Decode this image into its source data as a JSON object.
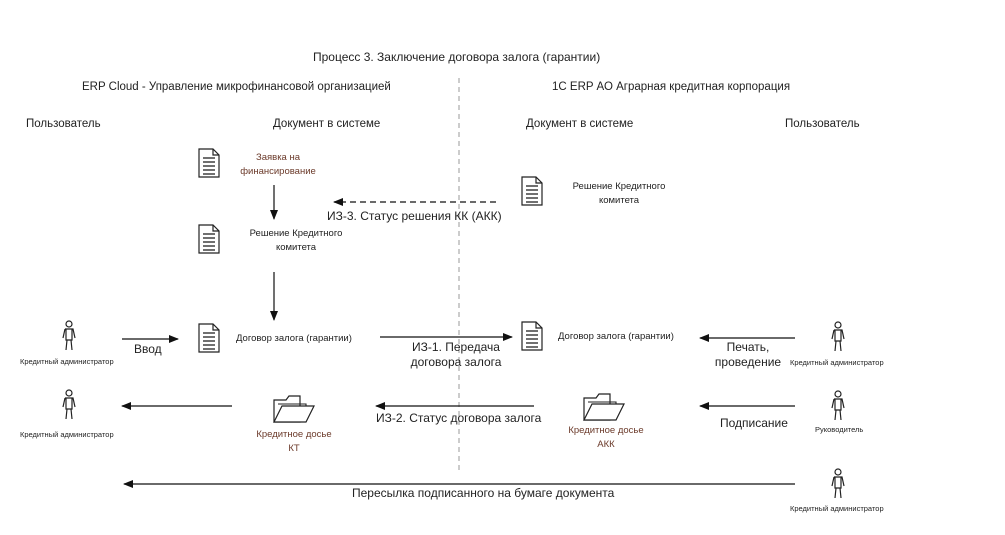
{
  "title": "Процесс 3. Заключение договора залога (гарантии)",
  "left_system": "ERP Cloud - Управление микрофинансовой организацией",
  "right_system": "1С ERP АО Аграрная кредитная корпорация",
  "columns": {
    "left_user": "Пользователь",
    "left_doc": "Документ в системе",
    "right_doc": "Документ в системе",
    "right_user": "Пользователь"
  },
  "left_docs": {
    "application": "Заявка на\nфинансирование",
    "credit_decision": "Решение Кредитного\nкомитета",
    "pledge_contract": "Договор залога (гарантии)",
    "credit_dossier": "Кредитное досье\nКТ"
  },
  "right_docs": {
    "credit_decision": "Решение Кредитного\nкомитета",
    "pledge_contract": "Договор залога (гарантии)",
    "credit_dossier": "Кредитное досье\nАКК"
  },
  "actors": {
    "left_admin_1": "Кредитный администратор",
    "left_admin_2": "Кредитный администратор",
    "right_admin_1": "Кредитный администратор",
    "right_manager": "Руководитель",
    "right_admin_2": "Кредитный администратор"
  },
  "arrows": {
    "status_kk": "ИЗ-3. Статус решения КК (АКК)",
    "input": "Ввод",
    "transfer": "ИЗ-1. Передача\nдоговора залога",
    "print": "Печать,\nпроведение",
    "status_contract": "ИЗ-2. Статус договора залога",
    "signing": "Подписание",
    "forwarding": "Пересылка подписанного на бумаге документа"
  }
}
